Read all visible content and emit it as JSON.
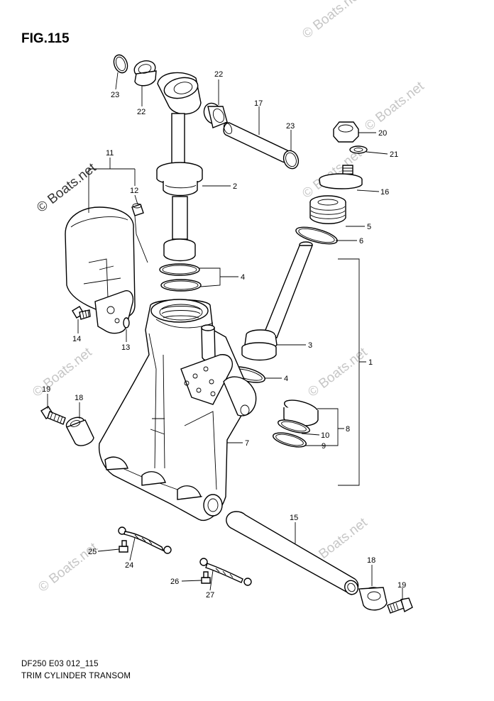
{
  "figure": {
    "title": "FIG.115"
  },
  "footer": {
    "code": "DF250 E03 012_115",
    "caption": "TRIM CYLINDER TRANSOM"
  },
  "watermarks": [
    {
      "id": "wm1",
      "text": "© Boats.net",
      "style": "strong"
    },
    {
      "id": "wm2",
      "text": "© Boats.net",
      "style": "faint"
    },
    {
      "id": "wm3",
      "text": "© Boats.net",
      "style": "faint"
    },
    {
      "id": "wm4",
      "text": "© Boats.net",
      "style": "faint"
    },
    {
      "id": "wm5",
      "text": "© Boats.net",
      "style": "faint"
    },
    {
      "id": "wm6",
      "text": "© Boats.net",
      "style": "faint"
    },
    {
      "id": "wm7",
      "text": "© Boats.net",
      "style": "faint"
    },
    {
      "id": "wm8",
      "text": "© Boats.net",
      "style": "faint"
    }
  ],
  "callouts": [
    {
      "id": "c23a",
      "label": "23"
    },
    {
      "id": "c22a",
      "label": "22"
    },
    {
      "id": "c22b",
      "label": "22"
    },
    {
      "id": "c17",
      "label": "17"
    },
    {
      "id": "c23b",
      "label": "23"
    },
    {
      "id": "c20",
      "label": "20"
    },
    {
      "id": "c21",
      "label": "21"
    },
    {
      "id": "c11",
      "label": "11"
    },
    {
      "id": "c12",
      "label": "12"
    },
    {
      "id": "c2",
      "label": "2"
    },
    {
      "id": "c16",
      "label": "16"
    },
    {
      "id": "c5",
      "label": "5"
    },
    {
      "id": "c6",
      "label": "6"
    },
    {
      "id": "c4a",
      "label": "4"
    },
    {
      "id": "c14",
      "label": "14"
    },
    {
      "id": "c13",
      "label": "13"
    },
    {
      "id": "c3",
      "label": "3"
    },
    {
      "id": "c1",
      "label": "1"
    },
    {
      "id": "c4b",
      "label": "4"
    },
    {
      "id": "c19a",
      "label": "19"
    },
    {
      "id": "c18a",
      "label": "18"
    },
    {
      "id": "c8",
      "label": "8"
    },
    {
      "id": "c10",
      "label": "10"
    },
    {
      "id": "c9",
      "label": "9"
    },
    {
      "id": "c7",
      "label": "7"
    },
    {
      "id": "c15",
      "label": "15"
    },
    {
      "id": "c25",
      "label": "25"
    },
    {
      "id": "c24",
      "label": "24"
    },
    {
      "id": "c18b",
      "label": "18"
    },
    {
      "id": "c19b",
      "label": "19"
    },
    {
      "id": "c26",
      "label": "26"
    },
    {
      "id": "c27",
      "label": "27"
    }
  ]
}
